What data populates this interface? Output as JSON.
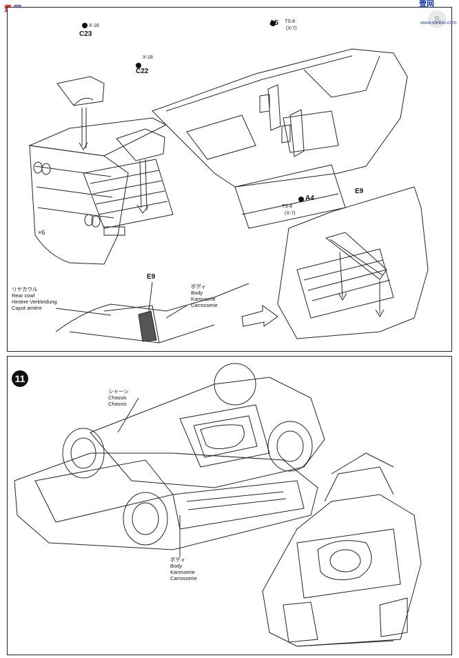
{
  "watermark": {
    "logo_a": "壹",
    "logo_b": "网",
    "logo_right": "壹网",
    "sub": "www.sonkin.com"
  },
  "step_top": {
    "ghost_number": "8",
    "parts": {
      "c23": {
        "code": "X-18",
        "label": "C23"
      },
      "c22": {
        "code": "X-18",
        "label": "C22"
      },
      "a5": {
        "code": "TS-8",
        "code2": "(X-7)",
        "label": "A5"
      },
      "a4": {
        "code": "TS-8",
        "code2": "(X-7)",
        "label": "A4"
      },
      "e9_top": {
        "label": "E9"
      },
      "e9_detail": {
        "label": "E9"
      }
    },
    "mark": "×6",
    "rear_cowl": {
      "jp": "リヤカウル",
      "en": "Rear cowl",
      "de": "Hintere Verkleidung",
      "fr": "Capot arrière"
    },
    "body": {
      "jp": "ボディ",
      "en": "Body",
      "de": "Karosserie",
      "fr": "Carrosserie"
    }
  },
  "step_bottom": {
    "number": "11",
    "chassis": {
      "jp": "シャーシ",
      "en": "Chassis",
      "fr": "Chassis"
    },
    "body": {
      "jp": "ボディ",
      "en": "Body",
      "de": "Karosserie",
      "fr": "Carrosserie"
    }
  }
}
